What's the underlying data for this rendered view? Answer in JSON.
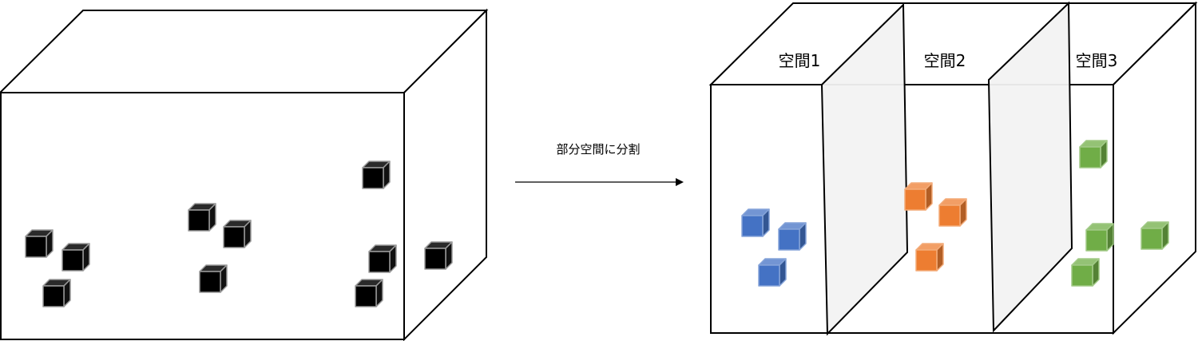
{
  "colors": {
    "outline": "#000000",
    "partition_fill": "#f2f2f2",
    "original_point": "#000000",
    "space1_point": "#4472c4",
    "space2_point": "#ed7d31",
    "space3_point": "#70ad47"
  },
  "arrow": {
    "label": "部分空間に分割"
  },
  "partitioned_box": {
    "spaces": [
      {
        "label": "空間1"
      },
      {
        "label": "空間2"
      },
      {
        "label": "空間3"
      }
    ]
  }
}
